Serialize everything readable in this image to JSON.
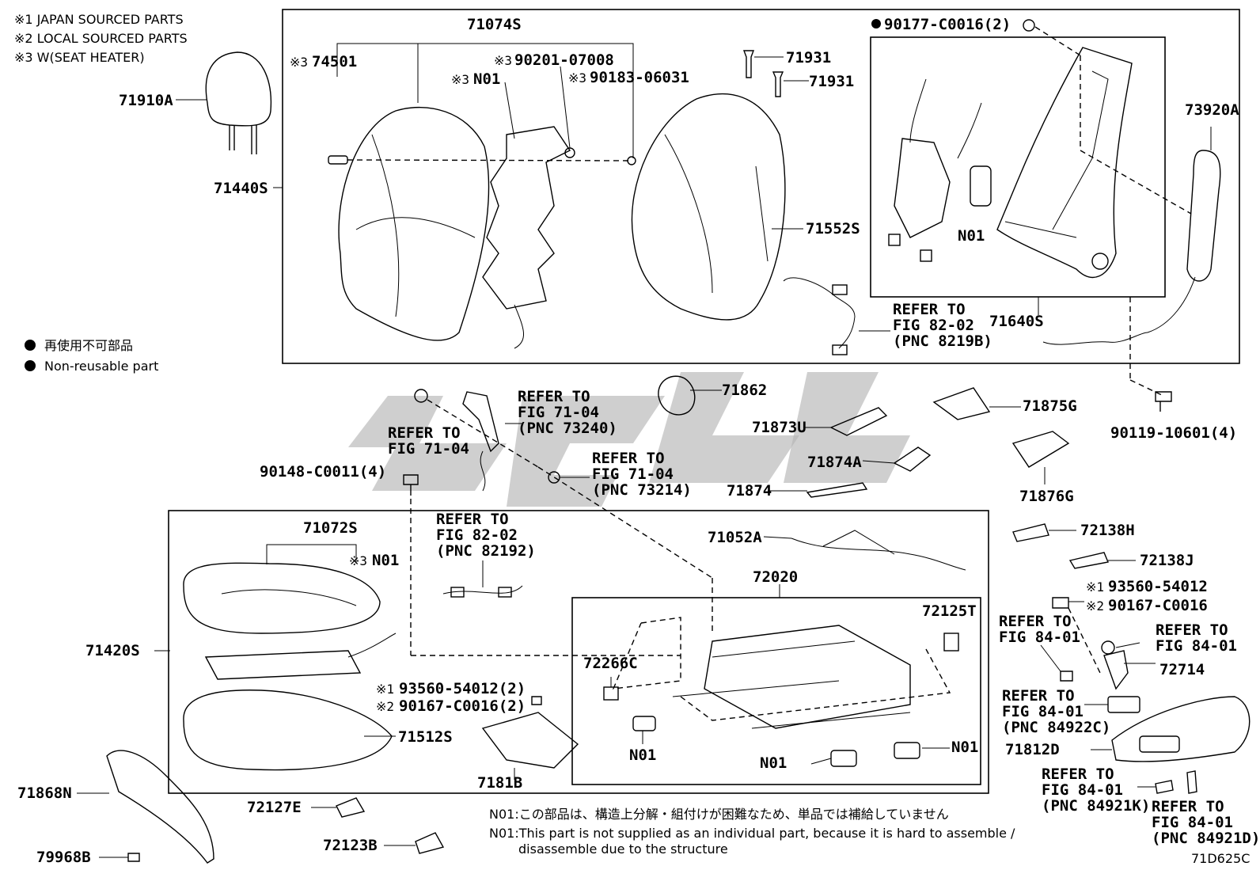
{
  "legend": {
    "notes": [
      "※1 JAPAN SOURCED PARTS",
      "※2 LOCAL SOURCED PARTS",
      "※3 W(SEAT HEATER)"
    ],
    "nonreusable_jp": "再使用不可部品",
    "nonreusable_en": "Non-reusable part"
  },
  "labels": {
    "p71910A": "71910A",
    "p71440S": "71440S",
    "p71074S": "71074S",
    "p74501": "74501",
    "p74501_mark": "※3",
    "pN01_top": "N01",
    "pN01_top_mark": "※3",
    "p90201": "90201-07008",
    "p90201_mark": "※3",
    "p90183": "90183-06031",
    "p90183_mark": "※3",
    "p71931a": "71931",
    "p71931b": "71931",
    "p71552S": "71552S",
    "p90177": "90177-C0016(2)",
    "p73920A": "73920A",
    "pN01_frame": "N01",
    "p71640S": "71640S",
    "refer_82_02a_1": "REFER TO",
    "refer_82_02a_2": "FIG 82-02",
    "refer_82_02a_3": "(PNC 8219B)",
    "p90119": "90119-10601(4)",
    "refer_7104a_1": "REFER TO",
    "refer_7104a_2": "FIG 71-04",
    "refer_7104b_1": "REFER TO",
    "refer_7104b_2": "FIG 71-04",
    "refer_7104b_3": "(PNC 73240)",
    "refer_7104c_1": "REFER TO",
    "refer_7104c_2": "FIG 71-04",
    "refer_7104c_3": "(PNC 73214)",
    "p71862": "71862",
    "p71873U": "71873U",
    "p71875G": "71875G",
    "p71874A": "71874A",
    "p71874": "71874",
    "p71876G": "71876G",
    "p90148": "90148-C0011(4)",
    "p71072S": "71072S",
    "pN01_cushion": "N01",
    "pN01_cushion_mark": "※3",
    "refer_82_02b_1": "REFER TO",
    "refer_82_02b_2": "FIG 82-02",
    "refer_82_02b_3": "(PNC 82192)",
    "p71052A": "71052A",
    "p72020": "72020",
    "p72125T": "72125T",
    "p72138H": "72138H",
    "p72138J": "72138J",
    "p93560a": "93560-54012",
    "p93560a_mark": "※1",
    "p90167a": "90167-C0016",
    "p90167a_mark": "※2",
    "refer_8401a_1": "REFER TO",
    "refer_8401a_2": "FIG 84-01",
    "refer_8401b_1": "REFER TO",
    "refer_8401b_2": "FIG 84-01",
    "p72714": "72714",
    "p71420S": "71420S",
    "p72266C": "72266C",
    "p93560b": "93560-54012(2)",
    "p93560b_mark": "※1",
    "p90167b": "90167-C0016(2)",
    "p90167b_mark": "※2",
    "refer_8401c_1": "REFER TO",
    "refer_8401c_2": "FIG 84-01",
    "refer_8401c_3": "(PNC 84922C)",
    "p71512S": "71512S",
    "pN01_motor1": "N01",
    "pN01_motor2": "N01",
    "pN01_motor3": "N01",
    "p7181B": "7181B",
    "p71812D": "71812D",
    "p71868N": "71868N",
    "refer_8401d_1": "REFER TO",
    "refer_8401d_2": "FIG 84-01",
    "refer_8401d_3": "(PNC 84921K)",
    "refer_8401e_1": "REFER TO",
    "refer_8401e_2": "FIG 84-01",
    "refer_8401e_3": "(PNC 84921D)",
    "p72127E": "72127E",
    "p72123B": "72123B",
    "p79968B": "79968B"
  },
  "footnotes": {
    "jp": "N01:この部品は、構造上分解・組付けが困難なため、単品では補給していません",
    "en1": "N01:This part is not supplied as an individual part, because it is hard to assemble /",
    "en2": "disassemble due to the structure"
  },
  "figure_code": "71D625C"
}
